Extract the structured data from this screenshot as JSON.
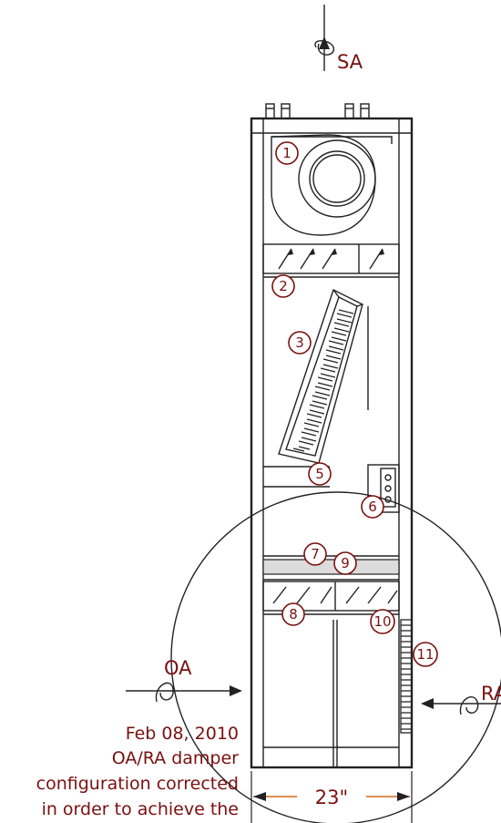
{
  "labels": {
    "supply_air": "SA",
    "outside_air": "OA",
    "return_air": "RA",
    "width_dimension": "23\""
  },
  "callouts": [
    "1",
    "2",
    "3",
    "5",
    "6",
    "7",
    "9",
    "8",
    "10",
    "11"
  ],
  "note": {
    "line1": "Feb 08, 2010",
    "line2": "OA/RA damper",
    "line3": "configuration corrected",
    "line4": "in order to achieve the"
  },
  "colors": {
    "label": "#7a1010",
    "dimension_line": "#d2691e",
    "linework": "#222222"
  }
}
